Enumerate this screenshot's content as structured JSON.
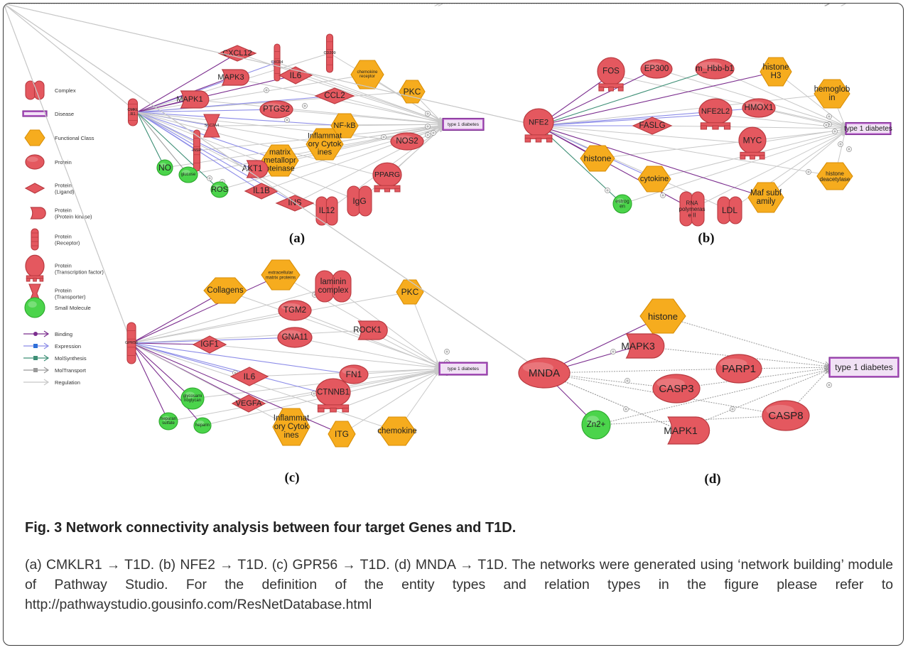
{
  "caption": {
    "title": "Fig. 3 Network connectivity analysis between four target Genes and T1D.",
    "body": "(a) CMKLR1 → T1D. (b) NFE2 → T1D. (c) GPR56 → T1D. (d) MNDA → T1D. The networks were generated using ‘network building’ module of Pathway Studio. For the definition of the entity types and relation types in the figure please refer to http://pathwaystudio.gousinfo.com/ResNetDatabase.html"
  },
  "legend": {
    "entity_types": [
      "Complex",
      "Disease",
      "Functional Class",
      "Protein",
      "Protein\n(Ligand)",
      "Protein\n(Protein kinase)",
      "Protein\n(Receptor)",
      "Protein\n(Transcription factor)",
      "Protein\n(Transporter)",
      "Small Molecule"
    ],
    "relation_types": [
      "Binding",
      "Expression",
      "MolSynthesis",
      "MolTransport",
      "Regulation"
    ]
  },
  "colors": {
    "protein_fill": "#e4585f",
    "protein_stroke": "#b83a40",
    "functional_fill": "#f6ac1e",
    "functional_stroke": "#d88e06",
    "small_molecule_fill": "#4bd44b",
    "small_molecule_stroke": "#2aa62a",
    "disease_fill": "#b258c5",
    "disease_stroke": "#7c2f8f",
    "binding": "#7b2d8e",
    "expression": "#8c8ce8",
    "molsynthesis": "#3e8f76",
    "moltransport": "#9a9a9a",
    "regulation": "#c8c8c8"
  },
  "panels": [
    {
      "label": "(a)",
      "source": "CMKLR1",
      "target": "type 1 diabetes",
      "nodes": [
        {
          "id": "src",
          "label": "CMKL\nR1",
          "type": "receptor"
        },
        {
          "id": "t1d",
          "label": "type 1 diabetes",
          "type": "disease"
        },
        {
          "id": "CXCL12",
          "label": "CXCL12",
          "type": "ligand"
        },
        {
          "id": "CXCR4",
          "label": "CXCR4",
          "type": "receptor"
        },
        {
          "id": "CD209",
          "label": "CD209",
          "type": "receptor"
        },
        {
          "id": "MAPK3",
          "label": "MAPK3",
          "type": "kinase"
        },
        {
          "id": "IL6",
          "label": "IL6",
          "type": "ligand"
        },
        {
          "id": "chemokine",
          "label": "chemokine\nreceptor",
          "type": "functional"
        },
        {
          "id": "PKC",
          "label": "PKC",
          "type": "functional"
        },
        {
          "id": "MAPK1",
          "label": "MAPK1",
          "type": "kinase"
        },
        {
          "id": "PTGS2",
          "label": "PTGS2",
          "type": "protein"
        },
        {
          "id": "CCL2",
          "label": "CCL2",
          "type": "ligand"
        },
        {
          "id": "SLC2A4",
          "label": "SLC2A4",
          "type": "transporter"
        },
        {
          "id": "NFkB",
          "label": "NF-kB",
          "type": "functional"
        },
        {
          "id": "inflam",
          "label": "Inflammat\nory Cytok\nines",
          "type": "functional"
        },
        {
          "id": "NOS2",
          "label": "NOS2",
          "type": "protein"
        },
        {
          "id": "INSR",
          "label": "INSR",
          "type": "receptor"
        },
        {
          "id": "mmp",
          "label": "matrix\nmetallopr\noteinase",
          "type": "functional"
        },
        {
          "id": "AKT1",
          "label": "AKT1",
          "type": "kinase"
        },
        {
          "id": "NO",
          "label": "NO",
          "type": "small"
        },
        {
          "id": "glucose",
          "label": "glucose",
          "type": "small"
        },
        {
          "id": "ROS",
          "label": "ROS",
          "type": "small"
        },
        {
          "id": "IL1B",
          "label": "IL1B",
          "type": "ligand"
        },
        {
          "id": "INS",
          "label": "INS",
          "type": "ligand"
        },
        {
          "id": "IL12",
          "label": "IL12",
          "type": "complex"
        },
        {
          "id": "IgG",
          "label": "IgG",
          "type": "complex"
        },
        {
          "id": "PPARG",
          "label": "PPARG",
          "type": "tf"
        }
      ]
    },
    {
      "label": "(b)",
      "source": "NFE2",
      "target": "type 1 diabetes",
      "nodes": [
        {
          "id": "src",
          "label": "NFE2",
          "type": "tf"
        },
        {
          "id": "t1d",
          "label": "type 1 diabetes",
          "type": "disease"
        },
        {
          "id": "FOS",
          "label": "FOS",
          "type": "tf"
        },
        {
          "id": "EP300",
          "label": "EP300",
          "type": "protein"
        },
        {
          "id": "Hbb",
          "label": "m_Hbb-b1",
          "type": "protein"
        },
        {
          "id": "H3",
          "label": "histone\nH3",
          "type": "functional"
        },
        {
          "id": "hemoglobin",
          "label": "hemoglob\nin",
          "type": "functional"
        },
        {
          "id": "HMOX1",
          "label": "HMOX1",
          "type": "protein"
        },
        {
          "id": "NFE2L2",
          "label": "NFE2L2",
          "type": "tf"
        },
        {
          "id": "FASLG",
          "label": "FASLG",
          "type": "ligand"
        },
        {
          "id": "MYC",
          "label": "MYC",
          "type": "tf"
        },
        {
          "id": "histone",
          "label": "histone",
          "type": "functional"
        },
        {
          "id": "cytokine",
          "label": "cytokine",
          "type": "functional"
        },
        {
          "id": "estrogen",
          "label": "estrog\nen",
          "type": "small"
        },
        {
          "id": "RNApol",
          "label": "RNA\npolymeras\ne II",
          "type": "complex"
        },
        {
          "id": "LDL",
          "label": "LDL",
          "type": "complex"
        },
        {
          "id": "Maf",
          "label": "Maf subf\namily",
          "type": "functional"
        },
        {
          "id": "HDAC",
          "label": "histone\ndeacetylase",
          "type": "functional"
        }
      ]
    },
    {
      "label": "(c)",
      "source": "GPR56",
      "target": "type 1 diabetes",
      "nodes": [
        {
          "id": "src",
          "label": "GPR56",
          "type": "receptor"
        },
        {
          "id": "t1d",
          "label": "type 1 diabetes",
          "type": "disease"
        },
        {
          "id": "Collagens",
          "label": "Collagens",
          "type": "functional"
        },
        {
          "id": "ecm",
          "label": "extracellular\nmatrix proteins",
          "type": "functional"
        },
        {
          "id": "laminin",
          "label": "laminin\ncomplex",
          "type": "complex"
        },
        {
          "id": "PKC",
          "label": "PKC",
          "type": "functional"
        },
        {
          "id": "TGM2",
          "label": "TGM2",
          "type": "protein"
        },
        {
          "id": "ROCK1",
          "label": "ROCK1",
          "type": "kinase"
        },
        {
          "id": "IGF1",
          "label": "IGF1",
          "type": "ligand"
        },
        {
          "id": "GNA11",
          "label": "GNA11",
          "type": "protein"
        },
        {
          "id": "IL6",
          "label": "IL6",
          "type": "ligand"
        },
        {
          "id": "FN1",
          "label": "FN1",
          "type": "protein"
        },
        {
          "id": "gag",
          "label": "glycosami\nnoglycan",
          "type": "small"
        },
        {
          "id": "CTNNB1",
          "label": "CTNNB1",
          "type": "tf"
        },
        {
          "id": "VEGFA",
          "label": "VEGFA",
          "type": "ligand"
        },
        {
          "id": "heparan",
          "label": "heparan\nsulfate",
          "type": "small"
        },
        {
          "id": "heparin",
          "label": "heparin",
          "type": "small"
        },
        {
          "id": "inflam",
          "label": "Inflammat\nory Cytok\nines",
          "type": "functional"
        },
        {
          "id": "ITG",
          "label": "ITG",
          "type": "functional"
        },
        {
          "id": "chemokine",
          "label": "chemokine",
          "type": "functional"
        }
      ]
    },
    {
      "label": "(d)",
      "source": "MNDA",
      "target": "type 1 diabetes",
      "nodes": [
        {
          "id": "src",
          "label": "MNDA",
          "type": "protein"
        },
        {
          "id": "t1d",
          "label": "type 1 diabetes",
          "type": "disease"
        },
        {
          "id": "histone",
          "label": "histone",
          "type": "functional"
        },
        {
          "id": "MAPK3",
          "label": "MAPK3",
          "type": "kinase"
        },
        {
          "id": "PARP1",
          "label": "PARP1",
          "type": "protein"
        },
        {
          "id": "CASP3",
          "label": "CASP3",
          "type": "protein"
        },
        {
          "id": "Zn",
          "label": "Zn2+",
          "type": "small"
        },
        {
          "id": "MAPK1",
          "label": "MAPK1",
          "type": "kinase"
        },
        {
          "id": "CASP8",
          "label": "CASP8",
          "type": "protein"
        }
      ]
    }
  ]
}
